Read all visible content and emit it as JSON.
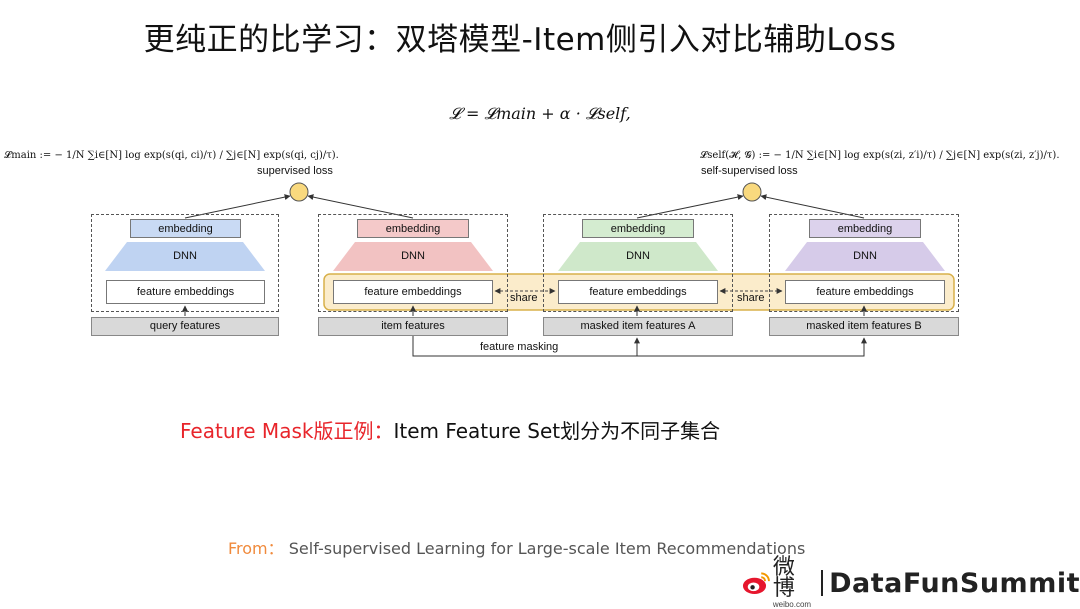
{
  "title": "更纯正的比学习：双塔模型-Item侧引入对比辅助Loss",
  "formula_main": "𝓛 = 𝓛main + α · 𝓛self,",
  "formula_left": "𝓛main := − 1/N ∑i∈[N] log exp(s(qi, ci)/τ) / ∑j∈[N] exp(s(qi, cj)/τ).",
  "formula_right": "𝓛self(𝓗, 𝓖) := − 1/N ∑i∈[N] log exp(s(zi, z′i)/τ) / ∑j∈[N] exp(s(zi, z′j)/τ).",
  "diagram": {
    "supervised_loss": "supervised loss",
    "self_supervised_loss": "self-supervised loss",
    "embedding_label": "embedding",
    "dnn_label": "DNN",
    "feature_embeddings_label": "feature embeddings",
    "share_label": "share",
    "feature_masking_label": "feature masking",
    "towers": [
      {
        "input": "query features",
        "color": "#c9daf4",
        "dnn_color": "#bfd3f2"
      },
      {
        "input": "item features",
        "color": "#f4c9c9",
        "dnn_color": "#f2c2c2"
      },
      {
        "input": "masked item features A",
        "color": "#d4ecd0",
        "dnn_color": "#cfe8ca"
      },
      {
        "input": "masked item features B",
        "color": "#dcd2ec",
        "dnn_color": "#d6cbe9"
      }
    ],
    "loss_node_color": "#f9d97e",
    "share_band_color": "#fbeccb",
    "share_band_border": "#d8b04a"
  },
  "caption": {
    "highlight": "Feature Mask版正例：",
    "rest": "Item Feature Set划分为不同子集合"
  },
  "source": {
    "prefix": "From：",
    "text": "Self-supervised Learning for Large-scale Item Recommendations"
  },
  "brand": {
    "weibo": "微博",
    "weibo_domain": "weibo.com",
    "name": "DataFunSummit"
  }
}
